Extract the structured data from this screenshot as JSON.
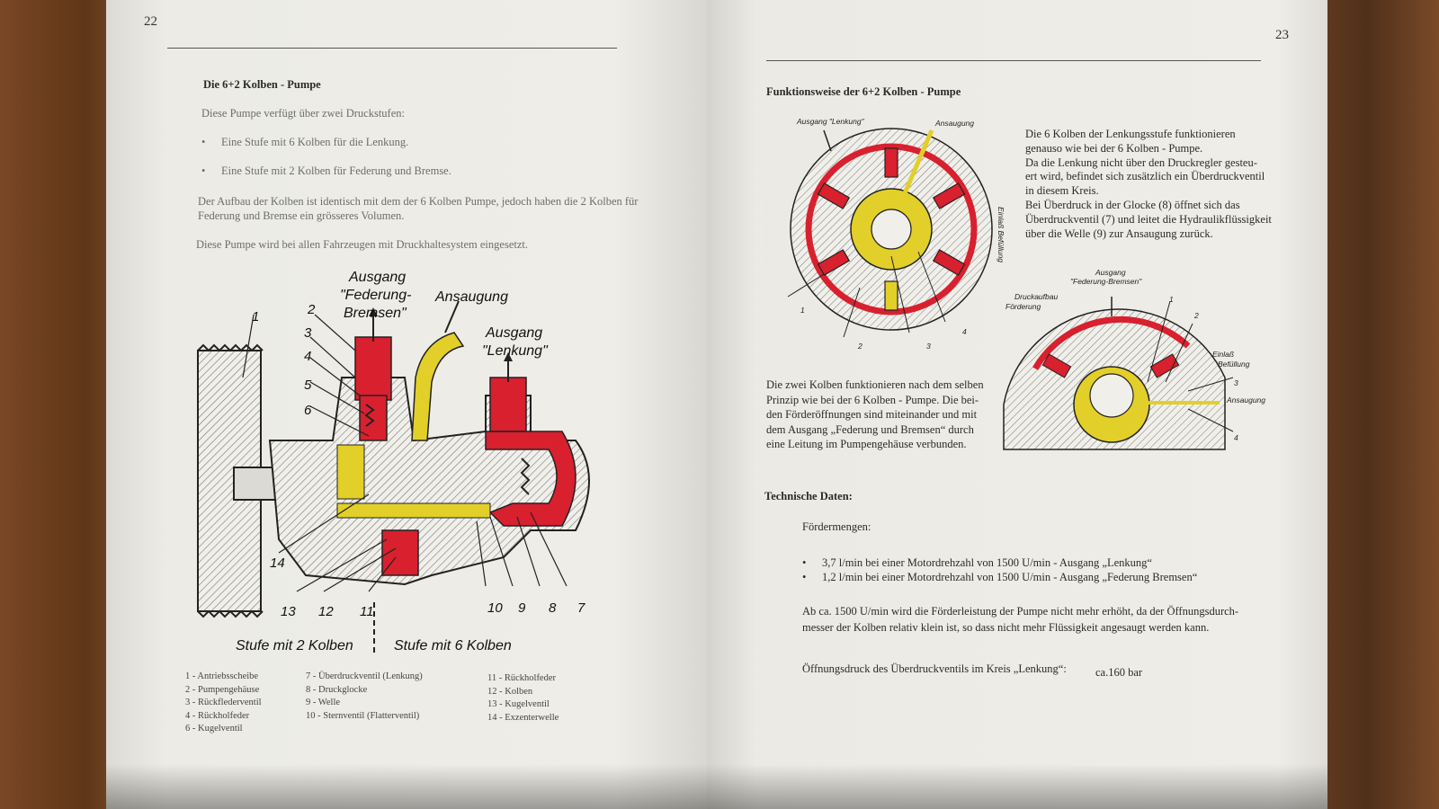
{
  "left_page": {
    "page_number": "22",
    "heading": "Die 6+2 Kolben - Pumpe",
    "intro": "Diese Pumpe verfügt über zwei Druckstufen:",
    "bullets": [
      "Eine Stufe mit 6 Kolben für die Lenkung.",
      "Eine Stufe mit 2 Kolben für Federung und Bremse."
    ],
    "para1_line1": "Der Aufbau der Kolben ist identisch mit dem der 6 Kolben Pumpe, jedoch haben die 2 Kolben für",
    "para1_line2": "Federung und Bremse ein grösseres Volumen.",
    "para2": "Diese Pumpe wird bei allen Fahrzeugen mit Druckhaltesystem eingesetzt.",
    "diagram": {
      "label_outlet_suspension_1": "Ausgang",
      "label_outlet_suspension_2": "\"Federung-",
      "label_outlet_suspension_3": "Bremsen\"",
      "label_intake": "Ansaugung",
      "label_outlet_steering_1": "Ausgang",
      "label_outlet_steering_2": "\"Lenkung\"",
      "numbers": [
        "1",
        "2",
        "3",
        "4",
        "5",
        "6",
        "7",
        "8",
        "9",
        "10",
        "11",
        "12",
        "13",
        "14"
      ],
      "stage_2": "Stufe mit 2 Kolben",
      "stage_6": "Stufe mit 6 Kolben"
    },
    "legend_col1": [
      "1 - Antriebsscheibe",
      "2 - Pumpengehäuse",
      "3 - Rückflederventil",
      "4 - Rückholfeder",
      "6 - Kugelventil"
    ],
    "legend_col2": [
      "7 - Überdruckventil (Lenkung)",
      "8 - Druckglocke",
      "9 - Welle",
      "10 - Sternventil (Flatterventil)"
    ],
    "legend_col3": [
      "11 - Rückholfeder",
      "12 - Kolben",
      "13 - Kugelventil",
      "14 - Exzenterwelle"
    ]
  },
  "right_page": {
    "page_number": "23",
    "heading": "Funktionsweise der 6+2 Kolben - Pumpe",
    "diagram1": {
      "label_outlet_steering": "Ausgang \"Lenkung\"",
      "label_intake": "Ansaugung",
      "label_pressure": "Druckaufbau Förderung",
      "label_inlet": "Einlaß Befüllung",
      "numbers": [
        "1",
        "2",
        "3",
        "4"
      ]
    },
    "description_lines": [
      "Die 6 Kolben der Lenkungsstufe funktionieren",
      "genauso wie bei der 6 Kolben - Pumpe.",
      "Da die Lenkung nicht über den Druckregler gesteu-",
      "ert wird, befindet sich zusätzlich ein Überdruckventil",
      "in diesem Kreis.",
      "Bei Überdruck in der Glocke (8) öffnet sich das",
      "Überdruckventil (7) und leitet die Hydraulikflüssigkeit",
      "über die Welle (9) zur Ansaugung zurück."
    ],
    "diagram2": {
      "label_outlet_1": "Ausgang",
      "label_outlet_2": "\"Federung-Bremsen\"",
      "label_pressure_1": "Druckaufbau",
      "label_pressure_2": "Förderung",
      "label_inlet_1": "Einlaß",
      "label_inlet_2": "Befüllung",
      "label_intake": "Ansaugung",
      "numbers": [
        "1",
        "2",
        "3",
        "4"
      ]
    },
    "two_pistons_lines": [
      "Die zwei Kolben funktionieren nach dem selben",
      "Prinzip wie bei der 6 Kolben - Pumpe. Die bei-",
      "den Förderöffnungen sind miteinander und mit",
      "dem Ausgang „Federung und Bremsen“ durch",
      "eine Leitung im Pumpengehäuse verbunden."
    ],
    "tech_heading": "Technische Daten:",
    "tech_subheading": "Fördermengen:",
    "tech_bullets": [
      "3,7 l/min bei einer Motordrehzahl von 1500 U/min - Ausgang „Lenkung“",
      "1,2 l/min bei einer Motordrehzahl von 1500 U/min - Ausgang „Federung Bremsen“"
    ],
    "tech_para_line1": "Ab ca. 1500 U/min wird die Förderleistung der Pumpe nicht mehr erhöht, da der Öffnungsdurch-",
    "tech_para_line2": "messer der Kolben relativ klein ist, so dass nicht mehr Flüssigkeit angesaugt werden kann.",
    "relief_label": "Öffnungsdruck des Überdruckventils im Kreis „Lenkung“:",
    "relief_value": "ca.160 bar"
  },
  "colors": {
    "red": "#d8202e",
    "yellow": "#e2cf2a",
    "paper": "#eceae4",
    "wood": "#6b3f22"
  }
}
